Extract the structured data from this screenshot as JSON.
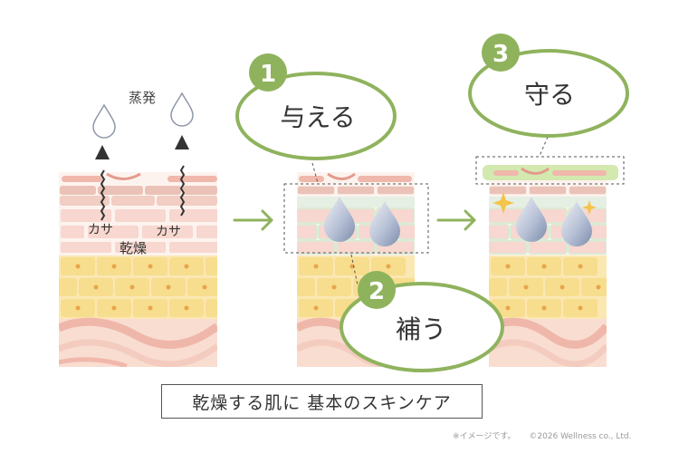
{
  "labels": {
    "evaporation": "蒸発",
    "kasa_left": "カサ",
    "kasa_right": "カサ",
    "dryness": "乾燥"
  },
  "steps": [
    {
      "number": "1",
      "label": "与える"
    },
    {
      "number": "2",
      "label": "補う"
    },
    {
      "number": "3",
      "label": "守る"
    }
  ],
  "caption": "乾燥する肌に 基本のスキンケア",
  "footer": {
    "note": "※イメージです。",
    "copyright": "©2026 Wellness co., Ltd."
  },
  "colors": {
    "accent_green": "#8fb35d",
    "skin_pink": "#f3c9c0",
    "skin_dark_pink": "#d9958d",
    "fat_yellow": "#f7dd8e",
    "fat_dot": "#e6a64a",
    "droplet_blue": "#9aa8c4",
    "protect_film": "#d3e9b0"
  },
  "icons": [
    "water-droplet-icon",
    "up-arrow-icon",
    "right-arrow-icon",
    "sparkle-icon"
  ]
}
